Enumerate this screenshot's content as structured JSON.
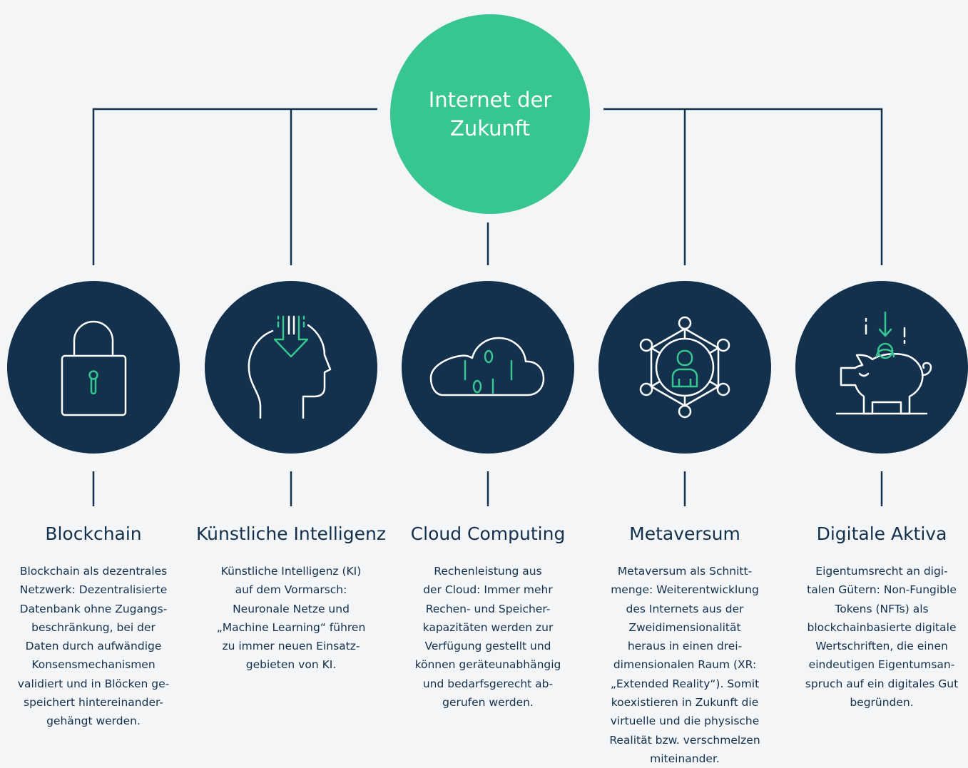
{
  "hub": {
    "title": "Internet der Zukunft"
  },
  "colors": {
    "background": "#f3f5f6",
    "navy": "#13304d",
    "green": "#38c690",
    "white": "#ffffff"
  },
  "topics": [
    {
      "title": "Blockchain",
      "icon": "padlock-icon",
      "description": "Blockchain als dezentrales\nNetzwerk: Dezentralisierte\nDatenbank ohne Zugangs-\nbeschränkung, bei der\nDaten durch aufwändige\nKonsensmechanismen\nvalidiert und in Blöcken ge-\nspeichert hintereinander-\ngehängt werden."
    },
    {
      "title": "Künstliche Intelligenz",
      "icon": "head-with-arrow-icon",
      "description": "Künstliche Intelligenz (KI)\nauf dem Vormarsch:\nNeuronale Netze und\n„Machine Learning“ führen\nzu immer neuen Einsatz-\ngebieten von KI."
    },
    {
      "title": "Cloud Computing",
      "icon": "cloud-binary-icon",
      "description": "Rechenleistung aus\nder Cloud: Immer mehr\nRechen- und Speicher-\nkapazitäten werden zur\nVerfügung gestellt und\nkönnen geräteunabhängig\nund bedarfsgerecht ab-\ngerufen werden."
    },
    {
      "title": "Metaversum",
      "icon": "network-person-icon",
      "description": "Metaversum als Schnitt-\nmenge: Weiterentwicklung\ndes Internets aus der\nZweidimensionalität\nheraus in einen drei-\ndimensionalen Raum (XR:\n„Extended Reality“). Somit\nkoexistieren in Zukunft die\nvirtuelle und die physische\nRealität bzw. verschmelzen\nmiteinander."
    },
    {
      "title": "Digitale Aktiva",
      "icon": "piggy-bank-icon",
      "description": "Eigentumsrecht an digi-\ntalen Gütern: Non-Fungible\nTokens (NFTs) als\nblockchainbasierte digitale\nWertschriften, die einen\neindeutigen Eigentumsan-\nspruch auf ein digitales Gut\nbegründen."
    }
  ]
}
